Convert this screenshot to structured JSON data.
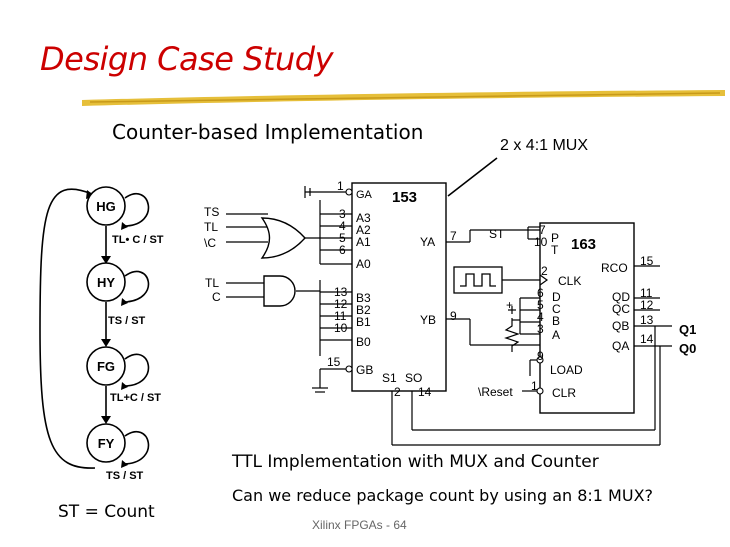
{
  "slide": {
    "title": "Design Case Study",
    "subtitle": "Counter-based Implementation",
    "mux_label": "2 x 4:1 MUX",
    "ttl_caption": "TTL Implementation with MUX and Counter",
    "question": "Can we reduce package count by using an 8:1 MUX?",
    "legend": "ST = Count",
    "footer": "Xilinx FPGAs - 64"
  },
  "state_diagram": {
    "states": [
      "HG",
      "HY",
      "FG",
      "FY"
    ],
    "transitions": [
      "TL• C / ST",
      "TS / ST",
      "TL+C / ST",
      "TS / ST"
    ]
  },
  "mux": {
    "part": "153",
    "pins": {
      "ga_num": "1",
      "ga": "GA",
      "a_nums": [
        "3",
        "4",
        "5",
        "6"
      ],
      "a": [
        "A3",
        "A2",
        "A1",
        "A0"
      ],
      "b_nums": [
        "13",
        "12",
        "11",
        "10"
      ],
      "b": [
        "B3",
        "B2",
        "B1",
        "B0"
      ],
      "gb_num": "15",
      "gb": "GB",
      "ya": "YA",
      "ya_num": "7",
      "yb": "YB",
      "yb_num": "9",
      "s1": "S1",
      "so": "SO",
      "s1_num": "2",
      "so_num": "14"
    },
    "inputs_a": [
      "TS",
      "TL",
      "\\C"
    ],
    "inputs_b": [
      "TL",
      "C"
    ]
  },
  "counter": {
    "part": "163",
    "st": "ST",
    "pins": {
      "p": "P",
      "t": "T",
      "p_num": "7",
      "t_num": "10",
      "clk": "CLK",
      "clk_num": "2",
      "rco": "RCO",
      "rco_num": "15",
      "d": [
        "D",
        "C",
        "B",
        "A"
      ],
      "d_nums": [
        "6",
        "5",
        "4",
        "3"
      ],
      "q": [
        "QD",
        "QC",
        "QB",
        "QA"
      ],
      "q_nums": [
        "11",
        "12",
        "13",
        "14"
      ],
      "load": "LOAD",
      "load_num": "9",
      "clr": "CLR",
      "clr_num": "1",
      "reset": "\\Reset",
      "plus": "+"
    },
    "outputs": [
      "Q1",
      "Q0"
    ]
  }
}
